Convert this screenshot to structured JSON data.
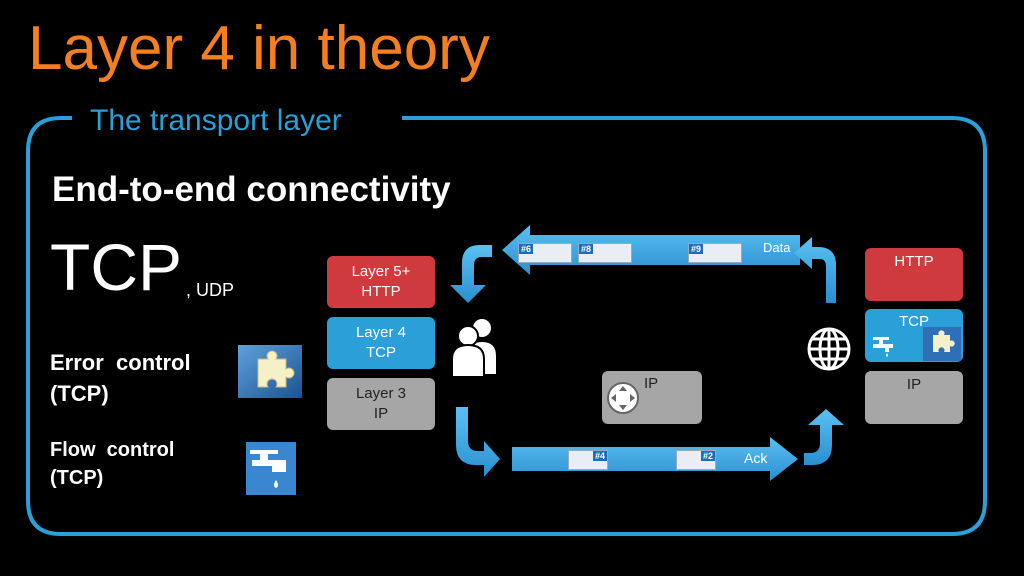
{
  "slide": {
    "title": "Layer 4 in theory",
    "subtitle": "The transport layer",
    "heading": "End-to-end connectivity",
    "protocol_main": "TCP",
    "protocol_sep": ",",
    "protocol_alt": "UDP",
    "error_control": {
      "line1": "Error  control",
      "line2": "(TCP)"
    },
    "flow_control": {
      "line1": "Flow  control",
      "line2": "(TCP)"
    }
  },
  "layers": [
    {
      "line1": "Layer 5+",
      "line2": "HTTP"
    },
    {
      "line1": "Layer 4",
      "line2": "TCP"
    },
    {
      "line1": "Layer 3",
      "line2": "IP"
    }
  ],
  "router_label": "IP",
  "data_flow": {
    "label": "Data",
    "packets": [
      "#6",
      "#8",
      "#9"
    ]
  },
  "ack_flow": {
    "label": "Ack",
    "packets": [
      "#4",
      "#2"
    ]
  },
  "remote_stack": {
    "http": "HTTP",
    "tcp": "TCP",
    "ip": "IP"
  },
  "icons": [
    "puzzle-icon",
    "faucet-icon",
    "users-icon",
    "globe-icon",
    "router-icon"
  ],
  "colors": {
    "title": "#f47f20",
    "accent": "#2a9fd8",
    "layer5": "#cf3a3f",
    "layer3": "#a6a6a6"
  }
}
